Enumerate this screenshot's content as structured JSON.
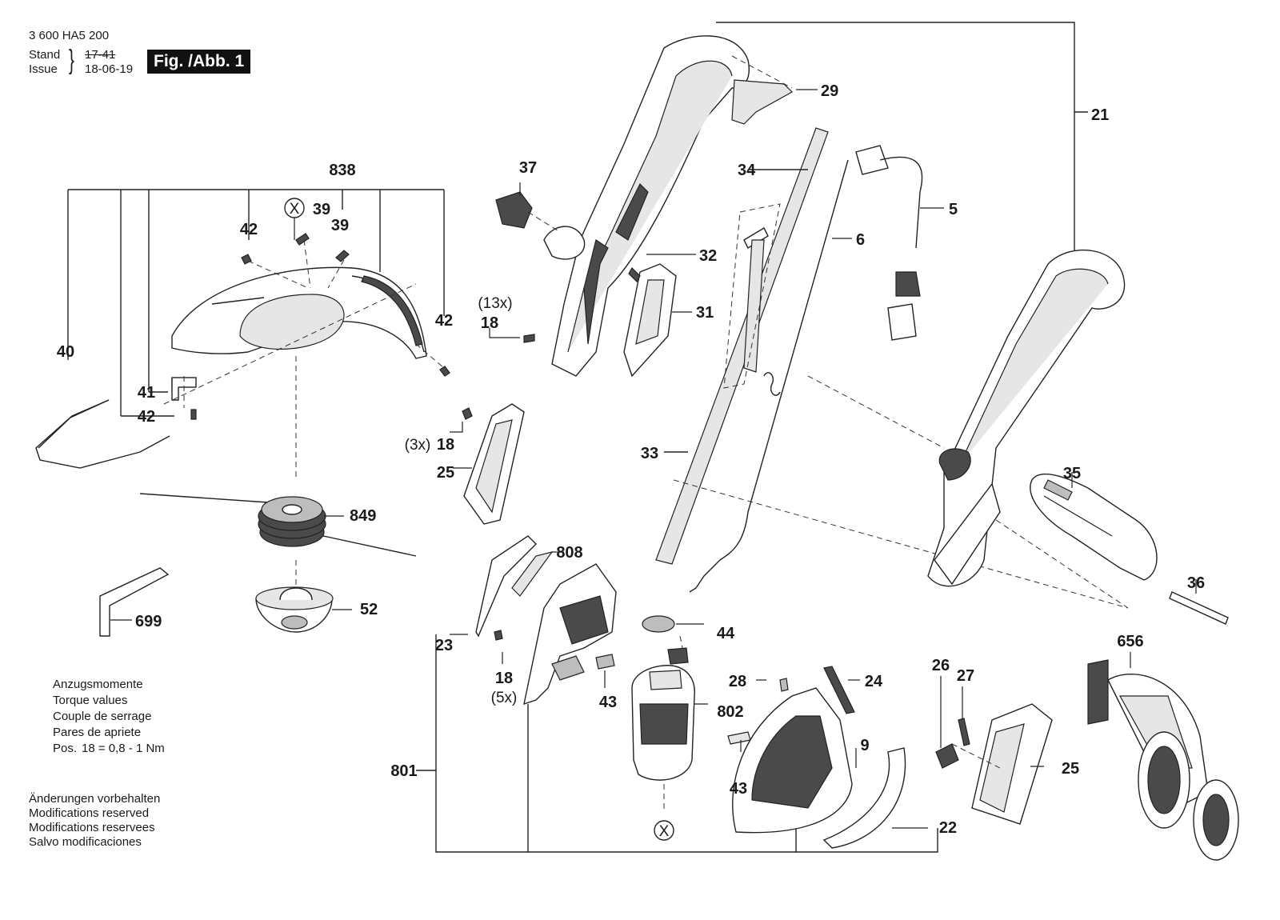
{
  "header": {
    "doc_number": "3 600 HA5 200",
    "stand_label": "Stand",
    "issue_label": "Issue",
    "stand_value": "17-41",
    "issue_value": "18-06-19",
    "figure_badge": "Fig. /Abb. 1"
  },
  "torque_note": {
    "lines": [
      "Anzugsmomente",
      "Torque values",
      "Couple de serrage",
      "Pares de apriete"
    ],
    "pos_label": "Pos.",
    "pos_value": "18 = 0,8 - 1 Nm"
  },
  "modifications_note": {
    "lines": [
      "Änderungen vorbehalten",
      "Modifications reserved",
      "Modifications reservees",
      "Salvo modificaciones"
    ]
  },
  "callouts": {
    "p838": "838",
    "p42a": "42",
    "p39a": "39",
    "p39b": "39",
    "x_top": "X",
    "p42b": "42",
    "p40": "40",
    "p41": "41",
    "p42c": "42",
    "p849": "849",
    "p52": "52",
    "p699": "699",
    "p37": "37",
    "p29": "29",
    "p34": "34",
    "p21": "21",
    "p5": "5",
    "p6": "6",
    "p32": "32",
    "p31": "31",
    "qty13": "(13x)",
    "p18a": "18",
    "qty3": "(3x)",
    "p18b": "18",
    "p25a": "25",
    "p33": "33",
    "p35": "35",
    "p36": "36",
    "p808": "808",
    "p44": "44",
    "p23": "23",
    "p18c": "18",
    "qty5": "(5x)",
    "p43a": "43",
    "p802": "802",
    "p28": "28",
    "p24": "24",
    "p26": "26",
    "p27": "27",
    "p656": "656",
    "p9": "9",
    "p43b": "43",
    "p25b": "25",
    "p801": "801",
    "p22": "22",
    "x_bottom": "X"
  }
}
